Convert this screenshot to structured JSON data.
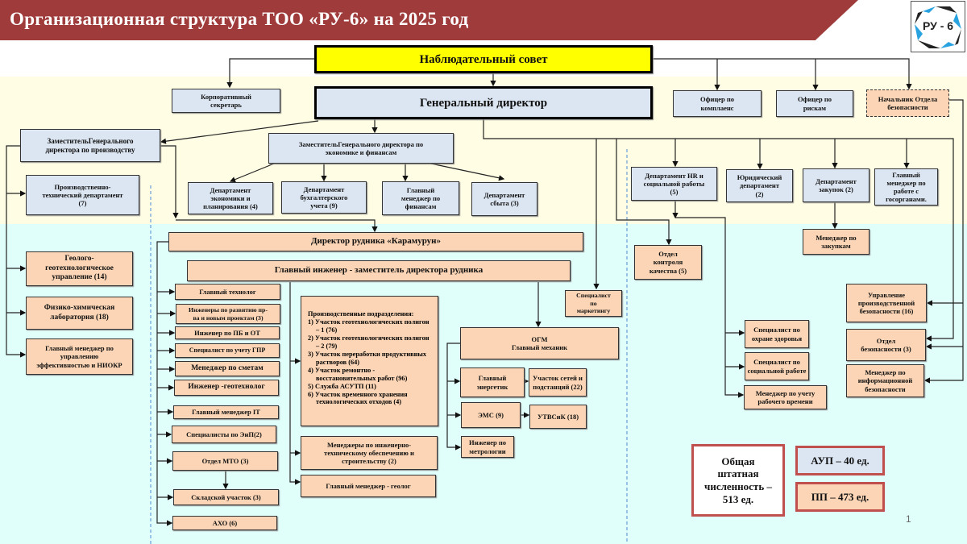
{
  "title": "Организационная структура ТОО «РУ-6»  на 2025 год",
  "logo_text": "РУ - 6",
  "page_number": "1",
  "colors": {
    "banner": "#9f3b3b",
    "admin_box": "#dce6f2",
    "production_box": "#fbd5b5",
    "supervisory_board": "#ffff00",
    "summary_border": "#c0504d"
  },
  "boxes": {
    "board": "Наблюдательный совет",
    "corp_secretary": "Корпоративный\nсекретарь",
    "gd": "Генеральный директор",
    "compliance": "Офицер по\nкомплаенс",
    "risk": "Офицер по\nрискам",
    "security_head": "Начальник Отдела\nбезопасности",
    "deputy_prod": "ЗаместительГенерального\nдиректора по производству",
    "deputy_fin": "ЗаместительГенерального директора по\nэкономике и  финансам",
    "ptd": "Производственно-\nтехнический департамент\n(7)",
    "econ": "Департамент\nэкономики  и\nпланирования (4)",
    "acc": "Департамент\nбухгалтерского\nучета (9)",
    "fin_mgr": "Главный\nменеджер по\nфинансам",
    "sales": "Департамент\nсбыта (3)",
    "hr": "Департамент HR и\nсоциальной работы\n(5)",
    "legal": "Юридический\nдепартамент\n(2)",
    "procurement": "Департамент\nзакупок (2)",
    "gov": "Главный\nменеджер по\nработе с\nгосорганами.",
    "proc_mgr": "Менеджер  по\nзакупкам",
    "qc": "Отдел\nконтроля\nкачества (5)",
    "mine_dir": "Директор   рудника   «Карамурун»",
    "chief_eng": "Главный инженер - заместитель директора рудника",
    "geo": "Геолого-\nгеотехнологическое\nуправление (14)",
    "lab": "Физико-химическая\nлаборатория (18)",
    "eff": "Главный менеджер по\nуправлению\nэффективностью и НИОКР",
    "technolog": "Главный технолог",
    "dev_eng": "Инженеры  по развитию пр-\nва и новым проектам (3)",
    "safety_eng": "Инженер по ПБ и ОТ",
    "gpr": "Специалист по учету  ГПР",
    "estimates": "Менеджер по сметам",
    "geotech": "Инженер -геотехнолог",
    "it": "Главный менеджер IT",
    "enp": "Специалисты по ЭнП(2)",
    "mto": "Отдел МТО (3)",
    "warehouse": "Складской участок (3)",
    "aho": "АХО (6)",
    "eng_support": "Менеджеры  по инженерно-\nтехническому обеспечению и\nстроительству (2)",
    "geologist": "Главный менеджер  - геолог",
    "marketing": "Специалист\nпо\nмаркетингу",
    "ogm": "ОГМ\nГлавный механик",
    "energetic": "Главный\nэнергетик",
    "networks": "Участок сетей и\nподстанций (22)",
    "ems": "ЭМС (9)",
    "utvsik": "УТВСиК (18)",
    "metrology": "Инженер по\nметрологии",
    "health": "Специалист по\nохране здоровья",
    "social": "Специалист по\nсоциальной работе",
    "worktime": "Менеджер  по учету\nрабочего времени",
    "ind_safety": "Управление\nпроизводственной\nбезопасности (16)",
    "sec_dept": "Отдел\nбезопасности (3)",
    "infosec": "Менеджер  по\nинформационной\nбезопасности"
  },
  "production_units": {
    "heading": "Производственные подразделения:",
    "items": [
      "1) Участок геотехнологических полигон – 1 (76)",
      "2) Участок геотехнологических полигон – 2  (79)",
      "3) Участок переработки продуктивных растворов (64)",
      "4) Участок ремонтно - восстановительных работ (96)",
      "5) Служба АСУТП (11)",
      "6) Участок временного хранения технологических отходов (4)"
    ]
  },
  "summary": {
    "total": "Общая\nштатная\nчисленность –\n513 ед.",
    "aup": "АУП – 40 ед.",
    "pp": "ПП – 473 ед."
  }
}
